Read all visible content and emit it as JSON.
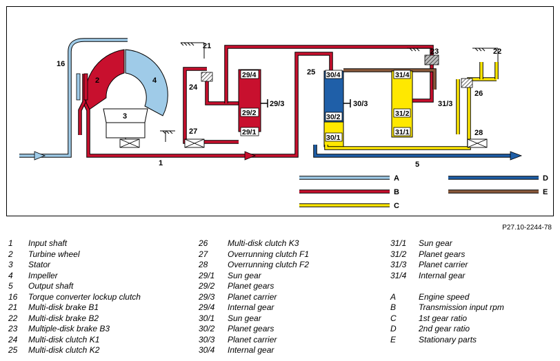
{
  "figure_ref": "P27.10-2244-78",
  "labels": {
    "l16": "16",
    "l2": "2",
    "l3": "3",
    "l4": "4",
    "l21": "21",
    "l24": "24",
    "l27": "27",
    "l1": "1",
    "l29_4": "29/4",
    "l29_2": "29/2",
    "l29_1": "29/1",
    "l29_3": "29/3",
    "l25": "25",
    "l30_4": "30/4",
    "l30_2": "30/2",
    "l30_1": "30/1",
    "l30_3": "30/3",
    "l23": "23",
    "l31_4": "31/4",
    "l31_2": "31/2",
    "l31_1": "31/1",
    "l31_3": "31/3",
    "l22": "22",
    "l26": "26",
    "l28": "28",
    "l5": "5"
  },
  "color_key": [
    {
      "letter": "A",
      "color": "#9fcbe8"
    },
    {
      "letter": "B",
      "color": "#c8102e"
    },
    {
      "letter": "C",
      "color": "#ffe800"
    },
    {
      "letter": "D",
      "color": "#1f5fa8"
    },
    {
      "letter": "E",
      "color": "#8b5a3c"
    }
  ],
  "legend": [
    [
      {
        "num": "1",
        "text": "Input shaft"
      },
      {
        "num": "2",
        "text": "Turbine wheel"
      },
      {
        "num": "3",
        "text": "Stator"
      },
      {
        "num": "4",
        "text": "Impeller"
      },
      {
        "num": "5",
        "text": "Output shaft"
      },
      {
        "num": "16",
        "text": "Torque converter lockup clutch"
      },
      {
        "num": "21",
        "text": "Multi-disk brake B1"
      },
      {
        "num": "22",
        "text": "Multi-disk brake B2"
      },
      {
        "num": "23",
        "text": "Multiple-disk brake B3"
      },
      {
        "num": "24",
        "text": "Multi-disk clutch K1"
      },
      {
        "num": "25",
        "text": "Multi-disk clutch K2"
      }
    ],
    [
      {
        "num": "26",
        "text": "Multi-disk clutch K3"
      },
      {
        "num": "27",
        "text": "Overrunning clutch F1"
      },
      {
        "num": "28",
        "text": "Overrunning clutch F2"
      },
      {
        "num": "29/1",
        "text": "Sun gear"
      },
      {
        "num": "29/2",
        "text": "Planet gears"
      },
      {
        "num": "29/3",
        "text": "Planet carrier"
      },
      {
        "num": "29/4",
        "text": "Internal gear"
      },
      {
        "num": "30/1",
        "text": "Sun gear"
      },
      {
        "num": "30/2",
        "text": "Planet gears"
      },
      {
        "num": "30/3",
        "text": "Planet carrier"
      },
      {
        "num": "30/4",
        "text": "Internal gear"
      }
    ],
    [
      {
        "num": "31/1",
        "text": "Sun gear"
      },
      {
        "num": "31/2",
        "text": "Planet gears"
      },
      {
        "num": "31/3",
        "text": "Planet carrier"
      },
      {
        "num": "31/4",
        "text": "Internal gear"
      },
      {
        "num": "",
        "text": ""
      },
      {
        "num": "A",
        "text": "Engine speed"
      },
      {
        "num": "B",
        "text": "Transmission input rpm"
      },
      {
        "num": "C",
        "text": "1st gear ratio"
      },
      {
        "num": "D",
        "text": "2nd gear ratio"
      },
      {
        "num": "E",
        "text": "Stationary parts"
      }
    ]
  ]
}
